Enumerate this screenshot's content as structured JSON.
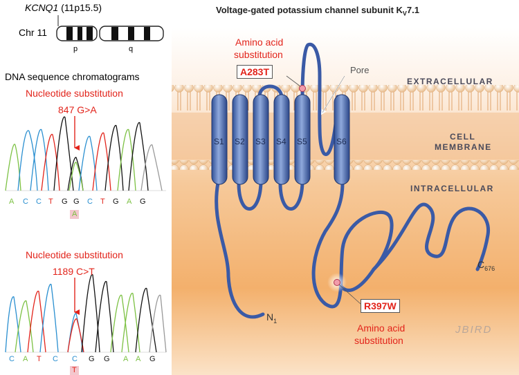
{
  "gene": {
    "name": "KCNQ1",
    "locus": "(11p15.5)",
    "chromosome": "Chr 11",
    "arm_p": "p",
    "arm_q": "q"
  },
  "title": {
    "main": "Voltage-gated potassium channel subunit K",
    "sub": "V",
    "tail": "7.1"
  },
  "chromatograms": {
    "heading": "DNA sequence chromatograms",
    "first": {
      "label": "Nucleotide substitution",
      "mutation": "847 G>A",
      "bases": [
        "A",
        "C",
        "C",
        "T",
        "G",
        "G",
        "C",
        "T",
        "G",
        "A",
        "G"
      ],
      "variant": "A"
    },
    "second": {
      "label": "Nucleotide substitution",
      "mutation": "1189 C>T",
      "bases": [
        "C",
        "A",
        "T",
        "C",
        "C",
        "G",
        "G",
        "A",
        "A",
        "G"
      ],
      "variant": "T"
    }
  },
  "regions": {
    "extracellular": "EXTRACELLULAR",
    "membrane_1": "CELL",
    "membrane_2": "MEMBRANE",
    "intracellular": "INTRACELLULAR"
  },
  "helices": [
    "S1",
    "S2",
    "S3",
    "S4",
    "S5",
    "S6"
  ],
  "pore": "Pore",
  "mutations": {
    "a283t": {
      "label_1": "Amino acid",
      "label_2": "substitution",
      "code": "A283T"
    },
    "r397w": {
      "code": "R397W",
      "label_1": "Amino acid",
      "label_2": "substitution"
    }
  },
  "termini": {
    "n": "N",
    "n_sub": "1",
    "c": "C",
    "c_sub": "676"
  },
  "signature": "JBIRD",
  "colors": {
    "base_A": "#7cc143",
    "base_C": "#2a8fd0",
    "base_G": "#111111",
    "base_T": "#e2231a",
    "mutation_red": "#e2231a"
  }
}
